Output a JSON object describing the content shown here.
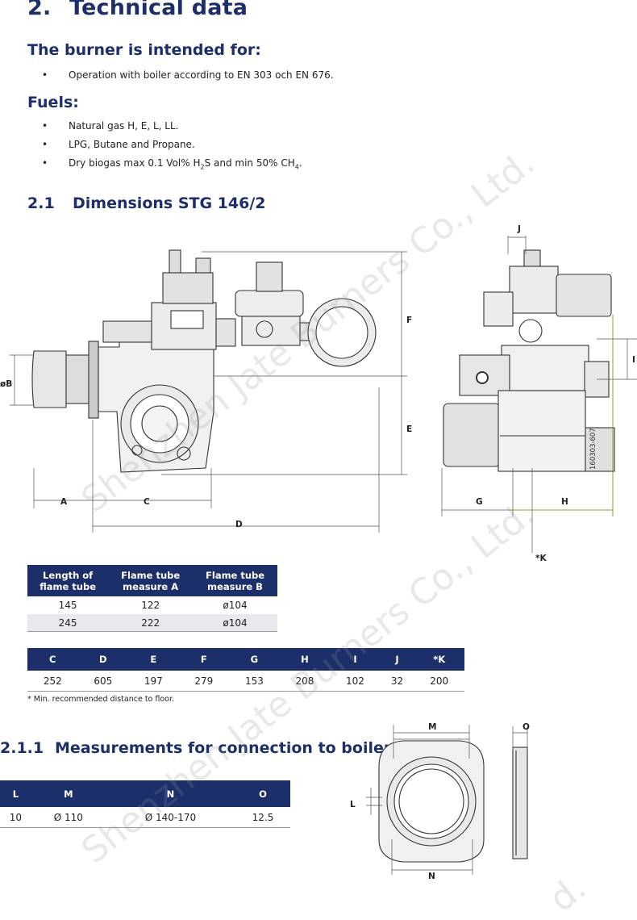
{
  "heading": {
    "number": "2.",
    "title": "Technical data"
  },
  "intended": {
    "title": "The burner is intended for:",
    "items": [
      "Operation with boiler according to EN 303 och EN 676."
    ]
  },
  "fuels": {
    "title": "Fuels:",
    "items": [
      "Natural gas H, E, L, LL.",
      "LPG, Butane and Propane."
    ],
    "biogas": {
      "pre": "Dry biogas max 0.1 Vol% H",
      "sub1": "2",
      "mid": "S and min 50% CH",
      "sub2": "4",
      "post": "."
    }
  },
  "section21": {
    "number": "2.1",
    "title": "Dimensions STG 146/2"
  },
  "drawing_labels": {
    "A": "A",
    "B": "øB",
    "C": "C",
    "D": "D",
    "E": "E",
    "F": "F",
    "G": "G",
    "H": "H",
    "I": "I",
    "J": "J",
    "K": "*K",
    "code": "160303-607"
  },
  "table1": {
    "headers": [
      [
        "Length of",
        "flame tube"
      ],
      [
        "Flame tube",
        "measure A"
      ],
      [
        "Flame tube",
        "measure B"
      ]
    ],
    "rows": [
      [
        "145",
        "122",
        "ø104"
      ],
      [
        "245",
        "222",
        "ø104"
      ]
    ]
  },
  "table2": {
    "headers": [
      "C",
      "D",
      "E",
      "F",
      "G",
      "H",
      "I",
      "J",
      "*K"
    ],
    "values": [
      "252",
      "605",
      "197",
      "279",
      "153",
      "208",
      "102",
      "32",
      "200"
    ]
  },
  "note": "* Min. recommended distance to floor.",
  "section211": {
    "number": "2.1.1",
    "title": "Measurements for connection to boiler"
  },
  "table3": {
    "headers": [
      "L",
      "M",
      "N",
      "O"
    ],
    "values": [
      "10",
      "Ø 110",
      "Ø 140-170",
      "12.5"
    ]
  },
  "boiler_labels": {
    "M": "M",
    "N": "N",
    "O": "O",
    "L": "L"
  },
  "watermark": {
    "text": "Shenzhen Jate Burners Co., Ltd.",
    "fragment": "d."
  },
  "colors": {
    "navy": "#1d2f6b",
    "dim_line": "#8aa02f"
  }
}
